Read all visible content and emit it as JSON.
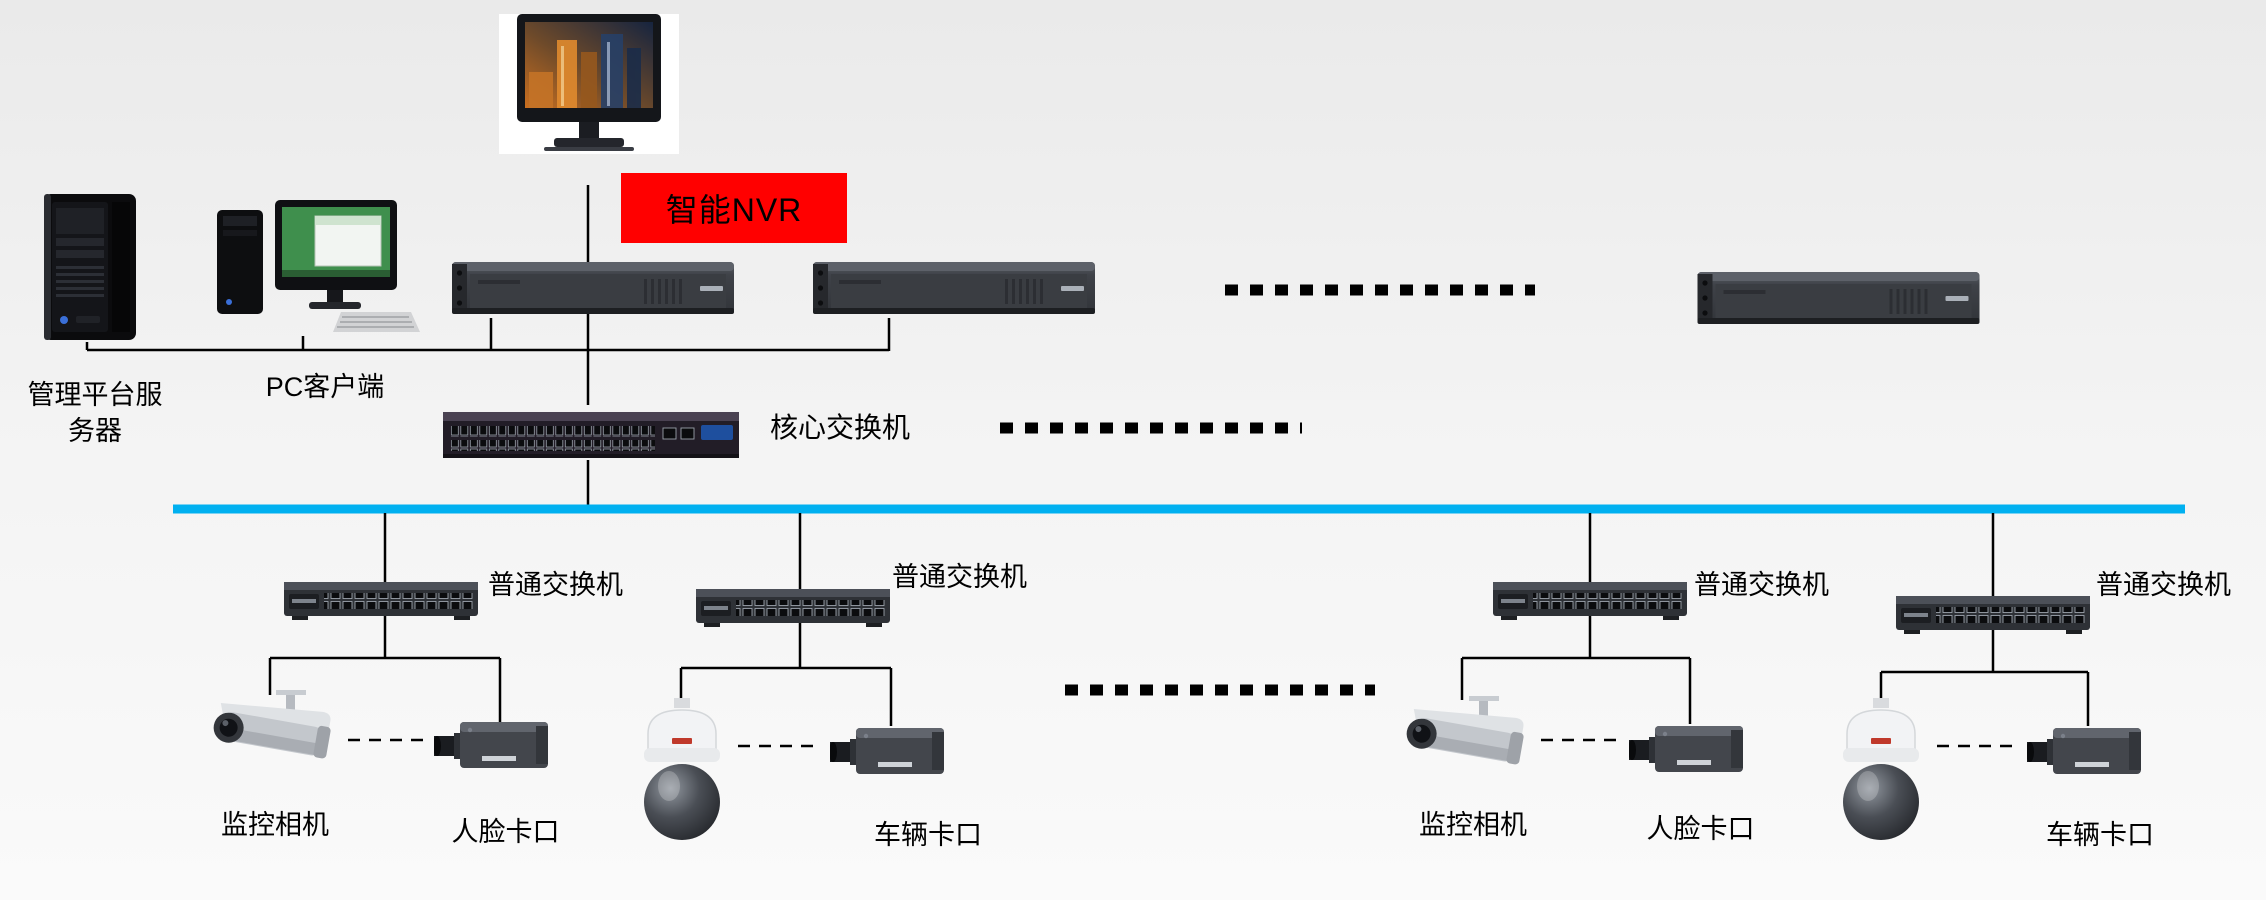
{
  "colors": {
    "backbone_line": "#00b0f0",
    "badge_background": "#ff0000",
    "badge_text": "#000000",
    "connector_line": "#000000"
  },
  "badge": {
    "label": "智能NVR"
  },
  "nodes": {
    "server_label_line1": "管理平台服",
    "server_label_line2": "务器",
    "pc_label": "PC客户端",
    "core_switch_label": "核心交换机"
  },
  "camera_groups": [
    {
      "switch_label": "普通交换机",
      "left_camera_type": "bullet",
      "left_camera_label": "监控相机",
      "right_camera_type": "box",
      "right_camera_label": "人脸卡口"
    },
    {
      "switch_label": "普通交换机",
      "left_camera_type": "dome",
      "left_camera_label": "",
      "right_camera_type": "box",
      "right_camera_label": "车辆卡口"
    },
    {
      "switch_label": "普通交换机",
      "left_camera_type": "bullet",
      "left_camera_label": "监控相机",
      "right_camera_type": "box",
      "right_camera_label": "人脸卡口"
    },
    {
      "switch_label": "普通交换机",
      "left_camera_type": "dome",
      "left_camera_label": "",
      "right_camera_type": "box",
      "right_camera_label": "车辆卡口"
    }
  ]
}
